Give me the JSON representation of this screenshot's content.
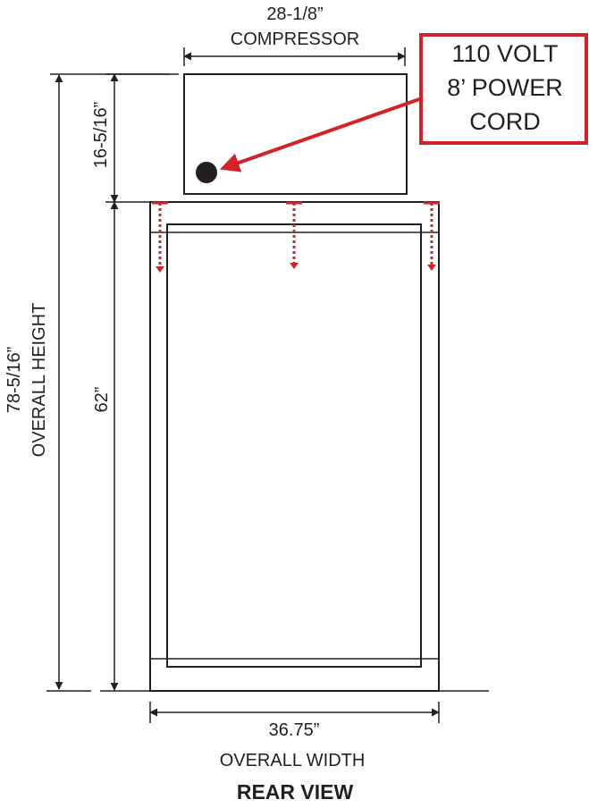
{
  "dimensions": {
    "compressor_width": "28-1/8”",
    "compressor_label": "COMPRESSOR",
    "compressor_height": "16-5/16”",
    "cabinet_height": "62”",
    "overall_height_value": "78-5/16”",
    "overall_height_label": "OVERALL HEIGHT",
    "overall_width_value": "36.75”",
    "overall_width_label": "OVERALL WIDTH"
  },
  "callout": {
    "line1": "110 VOLT",
    "line2": "8’ POWER",
    "line3": "CORD"
  },
  "view_title": "REAR VIEW",
  "colors": {
    "line": "#231f20",
    "accent": "#d2232a"
  }
}
